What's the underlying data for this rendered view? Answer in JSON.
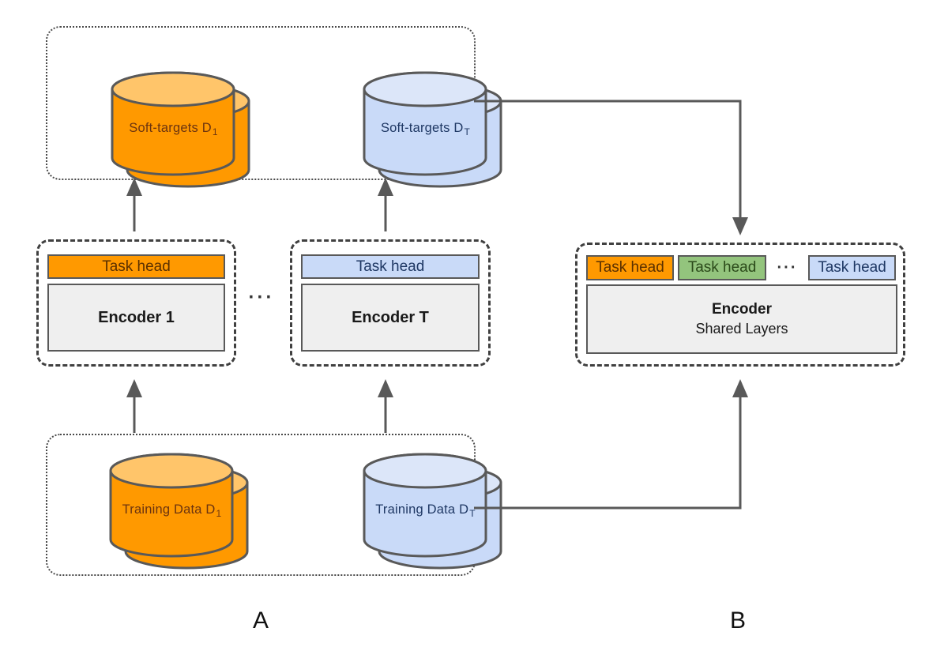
{
  "colors": {
    "orange": "#FF9900",
    "orange_light": "#FFC56A",
    "blue": "#C9DAF8",
    "blue_light": "#DCE6F9",
    "green": "#93C47D",
    "encoder_gray": "#EFEFEF",
    "outline": "#595959",
    "arrow": "#595959"
  },
  "panel_a": {
    "label": "A",
    "soft_targets": [
      {
        "label": "Soft-targets D",
        "sub": "1"
      },
      {
        "label": "Soft-targets D",
        "sub": "T"
      }
    ],
    "encoders": [
      {
        "head": "Task head",
        "name": "Encoder 1"
      },
      {
        "head": "Task head",
        "name": "Encoder T"
      }
    ],
    "ellipsis": "···",
    "training_data": [
      {
        "label": "Training Data D",
        "sub": "1"
      },
      {
        "label": "Training Data D",
        "sub": "T"
      }
    ]
  },
  "panel_b": {
    "label": "B",
    "task_heads": [
      "Task head",
      "Task head",
      "Task head"
    ],
    "ellipsis": "···",
    "encoder": {
      "title": "Encoder",
      "subtitle": "Shared Layers"
    }
  }
}
